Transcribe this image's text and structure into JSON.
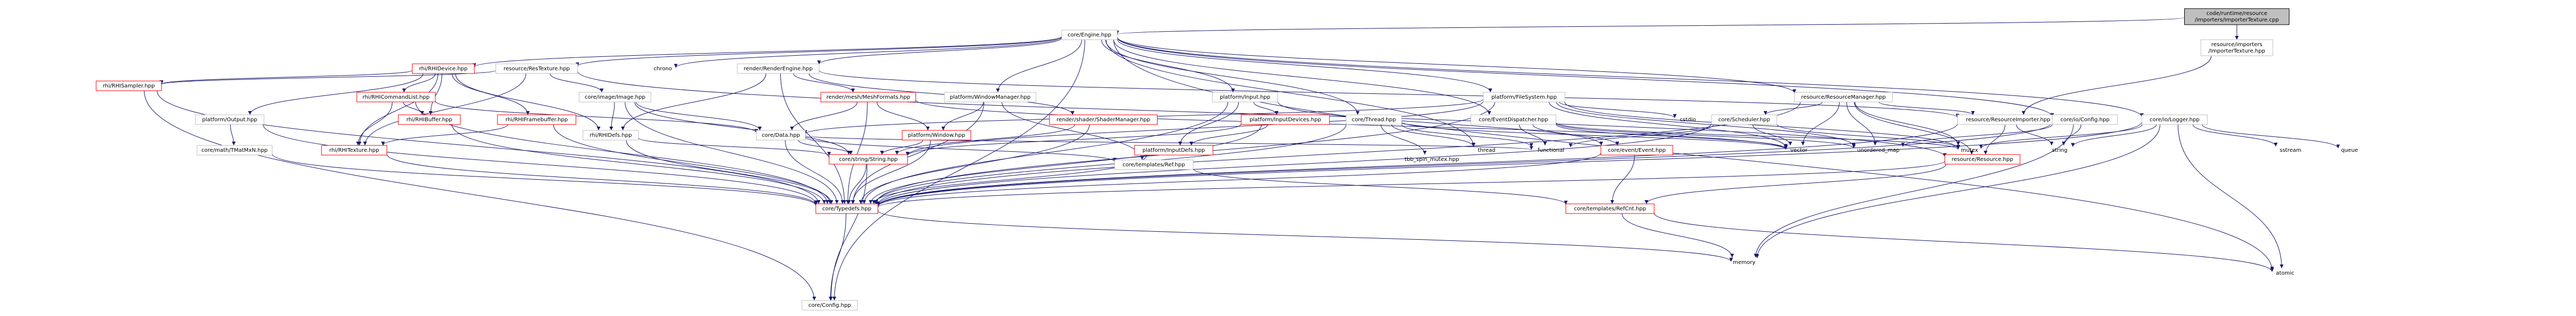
{
  "graph": {
    "nodes": [
      {
        "id": "root",
        "label": "code/runtime/resource\n/importers/ImporterTexture.cpp",
        "kind": "root"
      },
      {
        "id": "engine",
        "label": "core/Engine.hpp",
        "kind": "normal"
      },
      {
        "id": "imptex_hpp",
        "label": "resource/importers\n/ImporterTexture.hpp",
        "kind": "normal"
      },
      {
        "id": "rhidevice",
        "label": "rhi/RHIDevice.hpp",
        "kind": "red"
      },
      {
        "id": "restexture",
        "label": "resource/ResTexture.hpp",
        "kind": "normal"
      },
      {
        "id": "chrono",
        "label": "chrono",
        "kind": "plain"
      },
      {
        "id": "renderengine",
        "label": "render/RenderEngine.hpp",
        "kind": "normal"
      },
      {
        "id": "windowmgr",
        "label": "platform/WindowManager.hpp",
        "kind": "normal"
      },
      {
        "id": "input",
        "label": "platform/Input.hpp",
        "kind": "normal"
      },
      {
        "id": "filesystem",
        "label": "platform/FileSystem.hpp",
        "kind": "normal"
      },
      {
        "id": "resmgr",
        "label": "resource/ResourceManager.hpp",
        "kind": "normal"
      },
      {
        "id": "logger",
        "label": "core/io/Logger.hpp",
        "kind": "normal"
      },
      {
        "id": "rhisampler",
        "label": "rhi/RHISampler.hpp",
        "kind": "red"
      },
      {
        "id": "output",
        "label": "platform/Output.hpp",
        "kind": "normal"
      },
      {
        "id": "rhicmdlist",
        "label": "rhi/RHICommandList.hpp",
        "kind": "red"
      },
      {
        "id": "coreimage",
        "label": "core/image/Image.hpp",
        "kind": "normal"
      },
      {
        "id": "rhibuffer",
        "label": "rhi/RHIBuffer.hpp",
        "kind": "red"
      },
      {
        "id": "rhiframebuffer",
        "label": "rhi/RHIFramebuffer.hpp",
        "kind": "red"
      },
      {
        "id": "meshformats",
        "label": "render/mesh/MeshFormats.hpp",
        "kind": "red"
      },
      {
        "id": "shadermgr",
        "label": "render/shader/ShaderManager.hpp",
        "kind": "red"
      },
      {
        "id": "inputdevices",
        "label": "platform/InputDevices.hpp",
        "kind": "red"
      },
      {
        "id": "thread",
        "label": "core/Thread.hpp",
        "kind": "normal"
      },
      {
        "id": "eventdispatcher",
        "label": "core/EventDispatcher.hpp",
        "kind": "normal"
      },
      {
        "id": "cstdio",
        "label": "cstdio",
        "kind": "plain"
      },
      {
        "id": "scheduler",
        "label": "core/Scheduler.hpp",
        "kind": "normal"
      },
      {
        "id": "resimporter",
        "label": "resource/ResourceImporter.hpp",
        "kind": "normal"
      },
      {
        "id": "config_hpp",
        "label": "core/io/Config.hpp",
        "kind": "normal"
      },
      {
        "id": "mathtmat",
        "label": "core/math/TMatMxN.hpp",
        "kind": "normal"
      },
      {
        "id": "rhitexture",
        "label": "rhi/RHITexture.hpp",
        "kind": "red"
      },
      {
        "id": "rhidefs",
        "label": "rhi/RHIDefs.hpp",
        "kind": "normal"
      },
      {
        "id": "windowhpp",
        "label": "platform/Window.hpp",
        "kind": "red"
      },
      {
        "id": "coredata",
        "label": "core/Data.hpp",
        "kind": "normal"
      },
      {
        "id": "inputdefs",
        "label": "platform/InputDefs.hpp",
        "kind": "red"
      },
      {
        "id": "stringhpp",
        "label": "core/string/String.hpp",
        "kind": "red"
      },
      {
        "id": "refhpp",
        "label": "core/templates/Ref.hpp",
        "kind": "normal"
      },
      {
        "id": "tbb",
        "label": "tbb_spin_mutex.hpp",
        "kind": "plain"
      },
      {
        "id": "functional",
        "label": "functional",
        "kind": "plain"
      },
      {
        "id": "threadstd",
        "label": "thread",
        "kind": "plain"
      },
      {
        "id": "eventhpp",
        "label": "core/event/Event.hpp",
        "kind": "red"
      },
      {
        "id": "vector",
        "label": "vector",
        "kind": "plain"
      },
      {
        "id": "unordered_map",
        "label": "unordered_map",
        "kind": "plain"
      },
      {
        "id": "mutex",
        "label": "mutex",
        "kind": "plain"
      },
      {
        "id": "string",
        "label": "string",
        "kind": "plain"
      },
      {
        "id": "sstream",
        "label": "sstream",
        "kind": "plain"
      },
      {
        "id": "queue",
        "label": "queue",
        "kind": "plain"
      },
      {
        "id": "resource",
        "label": "resource/Resource.hpp",
        "kind": "red"
      },
      {
        "id": "typedefs",
        "label": "core/Typedefs.hpp",
        "kind": "red"
      },
      {
        "id": "refcnt",
        "label": "core/templates/RefCnt.hpp",
        "kind": "red"
      },
      {
        "id": "memory",
        "label": "memory",
        "kind": "plain"
      },
      {
        "id": "atomic",
        "label": "atomic",
        "kind": "plain"
      },
      {
        "id": "coreconfig",
        "label": "core/Config.hpp",
        "kind": "normal"
      }
    ],
    "edges": [
      [
        "root",
        "engine"
      ],
      [
        "root",
        "imptex_hpp"
      ],
      [
        "engine",
        "rhidevice"
      ],
      [
        "engine",
        "restexture"
      ],
      [
        "engine",
        "chrono"
      ],
      [
        "engine",
        "renderengine"
      ],
      [
        "engine",
        "windowmgr"
      ],
      [
        "engine",
        "input"
      ],
      [
        "engine",
        "thread"
      ],
      [
        "engine",
        "filesystem"
      ],
      [
        "engine",
        "eventdispatcher"
      ],
      [
        "engine",
        "resmgr"
      ],
      [
        "engine",
        "config_hpp"
      ],
      [
        "engine",
        "logger"
      ],
      [
        "engine",
        "threadstd"
      ],
      [
        "engine",
        "coreconfig"
      ],
      [
        "engine",
        "atomic"
      ],
      [
        "imptex_hpp",
        "resimporter"
      ],
      [
        "rhidevice",
        "rhisampler"
      ],
      [
        "rhidevice",
        "rhicmdlist"
      ],
      [
        "rhidevice",
        "rhibuffer"
      ],
      [
        "rhidevice",
        "rhiframebuffer"
      ],
      [
        "rhidevice",
        "rhitexture"
      ],
      [
        "rhidevice",
        "output"
      ],
      [
        "rhidevice",
        "rhidefs"
      ],
      [
        "rhicmdlist",
        "rhibuffer"
      ],
      [
        "rhicmdlist",
        "rhitexture"
      ],
      [
        "rhicmdlist",
        "typedefs"
      ],
      [
        "rhicmdlist",
        "coredata"
      ],
      [
        "rhibuffer",
        "typedefs"
      ],
      [
        "rhiframebuffer",
        "rhitexture"
      ],
      [
        "rhiframebuffer",
        "typedefs"
      ],
      [
        "rhisampler",
        "typedefs"
      ],
      [
        "rhisampler",
        "coreconfig"
      ],
      [
        "rhitexture",
        "typedefs"
      ],
      [
        "rhidefs",
        "typedefs"
      ],
      [
        "rhidefs",
        "stringhpp"
      ],
      [
        "restexture",
        "coreimage"
      ],
      [
        "restexture",
        "rhitexture"
      ],
      [
        "restexture",
        "resource"
      ],
      [
        "restexture",
        "rhisampler"
      ],
      [
        "coreimage",
        "coredata"
      ],
      [
        "coreimage",
        "stringhpp"
      ],
      [
        "coreimage",
        "rhidefs"
      ],
      [
        "coreimage",
        "typedefs"
      ],
      [
        "output",
        "mathtmat"
      ],
      [
        "output",
        "typedefs"
      ],
      [
        "mathtmat",
        "typedefs"
      ],
      [
        "renderengine",
        "meshformats"
      ],
      [
        "renderengine",
        "shadermgr"
      ],
      [
        "renderengine",
        "resimporter"
      ],
      [
        "renderengine",
        "typedefs"
      ],
      [
        "renderengine",
        "rhidefs"
      ],
      [
        "meshformats",
        "coredata"
      ],
      [
        "meshformats",
        "vector"
      ],
      [
        "meshformats",
        "windowhpp"
      ],
      [
        "meshformats",
        "typedefs"
      ],
      [
        "shadermgr",
        "stringhpp"
      ],
      [
        "shadermgr",
        "typedefs"
      ],
      [
        "windowmgr",
        "windowhpp"
      ],
      [
        "windowmgr",
        "typedefs"
      ],
      [
        "windowmgr",
        "refhpp"
      ],
      [
        "windowhpp",
        "stringhpp"
      ],
      [
        "windowhpp",
        "typedefs"
      ],
      [
        "input",
        "inputdevices"
      ],
      [
        "input",
        "inputdefs"
      ],
      [
        "input",
        "typedefs"
      ],
      [
        "input",
        "eventhpp"
      ],
      [
        "inputdevices",
        "inputdefs"
      ],
      [
        "inputdevices",
        "typedefs"
      ],
      [
        "inputdevices",
        "stringhpp"
      ],
      [
        "inputdefs",
        "typedefs"
      ],
      [
        "coredata",
        "stringhpp"
      ],
      [
        "coredata",
        "typedefs"
      ],
      [
        "coredata",
        "refhpp"
      ],
      [
        "coredata",
        "functional"
      ],
      [
        "stringhpp",
        "typedefs"
      ],
      [
        "stringhpp",
        "coreconfig"
      ],
      [
        "refhpp",
        "refcnt"
      ],
      [
        "thread",
        "tbb"
      ],
      [
        "thread",
        "functional"
      ],
      [
        "thread",
        "threadstd"
      ],
      [
        "thread",
        "typedefs"
      ],
      [
        "thread",
        "vector"
      ],
      [
        "filesystem",
        "stringhpp"
      ],
      [
        "filesystem",
        "cstdio"
      ],
      [
        "filesystem",
        "vector"
      ],
      [
        "filesystem",
        "unordered_map"
      ],
      [
        "filesystem",
        "mutex"
      ],
      [
        "filesystem",
        "typedefs"
      ],
      [
        "filesystem",
        "coredata"
      ],
      [
        "eventdispatcher",
        "eventhpp"
      ],
      [
        "eventdispatcher",
        "functional"
      ],
      [
        "eventdispatcher",
        "vector"
      ],
      [
        "eventdispatcher",
        "unordered_map"
      ],
      [
        "eventdispatcher",
        "mutex"
      ],
      [
        "eventhpp",
        "typedefs"
      ],
      [
        "eventhpp",
        "refcnt"
      ],
      [
        "scheduler",
        "vector"
      ],
      [
        "scheduler",
        "typedefs"
      ],
      [
        "scheduler",
        "mutex"
      ],
      [
        "scheduler",
        "functional"
      ],
      [
        "resmgr",
        "resimporter"
      ],
      [
        "resmgr",
        "resource"
      ],
      [
        "resmgr",
        "unordered_map"
      ],
      [
        "resmgr",
        "mutex"
      ],
      [
        "resmgr",
        "scheduler"
      ],
      [
        "resmgr",
        "typedefs"
      ],
      [
        "resmgr",
        "vector"
      ],
      [
        "resimporter",
        "resource"
      ],
      [
        "resimporter",
        "string"
      ],
      [
        "resimporter",
        "typedefs"
      ],
      [
        "resource",
        "typedefs"
      ],
      [
        "resource",
        "refcnt"
      ],
      [
        "config_hpp",
        "string"
      ],
      [
        "config_hpp",
        "unordered_map"
      ],
      [
        "config_hpp",
        "typedefs"
      ],
      [
        "config_hpp",
        "memory"
      ],
      [
        "logger",
        "sstream"
      ],
      [
        "logger",
        "queue"
      ],
      [
        "logger",
        "string"
      ],
      [
        "logger",
        "memory"
      ],
      [
        "logger",
        "atomic"
      ],
      [
        "logger",
        "typedefs"
      ],
      [
        "logger",
        "mutex"
      ],
      [
        "typedefs",
        "coreconfig"
      ],
      [
        "typedefs",
        "memory"
      ],
      [
        "refcnt",
        "atomic"
      ],
      [
        "refcnt",
        "memory"
      ]
    ]
  }
}
